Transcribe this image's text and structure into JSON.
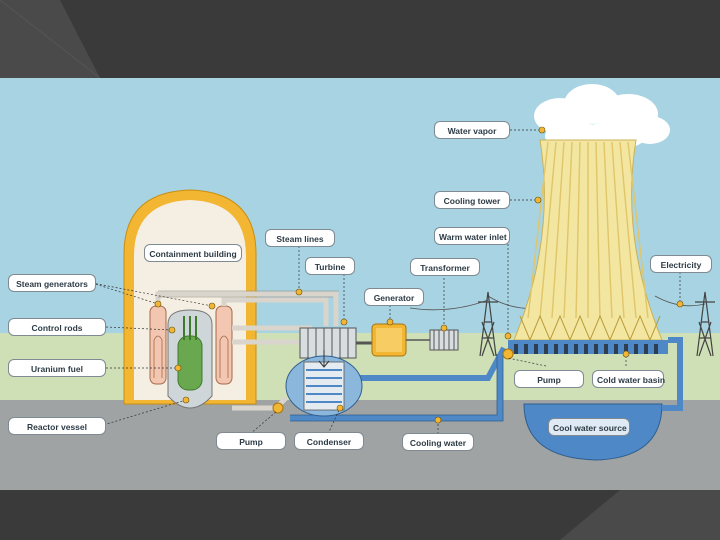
{
  "diagram": {
    "labels": {
      "water_vapor": "Water vapor",
      "cooling_tower": "Cooling tower",
      "warm_water_inlet": "Warm water inlet",
      "containment_building": "Containment building",
      "steam_lines": "Steam lines",
      "turbine": "Turbine",
      "transformer": "Transformer",
      "electricity": "Electricity",
      "generator": "Generator",
      "steam_generators": "Steam generators",
      "control_rods": "Control rods",
      "uranium_fuel": "Uranium fuel",
      "reactor_vessel": "Reactor vessel",
      "pump_left": "Pump",
      "condenser": "Condenser",
      "cooling_water": "Cooling water",
      "pump_right": "Pump",
      "cold_water_basin": "Cold water basin",
      "cool_water_source": "Cool water source"
    },
    "colors": {
      "sky": "#a7d3e2",
      "ground": "#9fa3a3",
      "grass": "#cfe0b7",
      "containment": "#f2b632",
      "tower": "#f3e6a0",
      "water": "#4e88c6",
      "pipe": "#d9d4cc"
    }
  }
}
